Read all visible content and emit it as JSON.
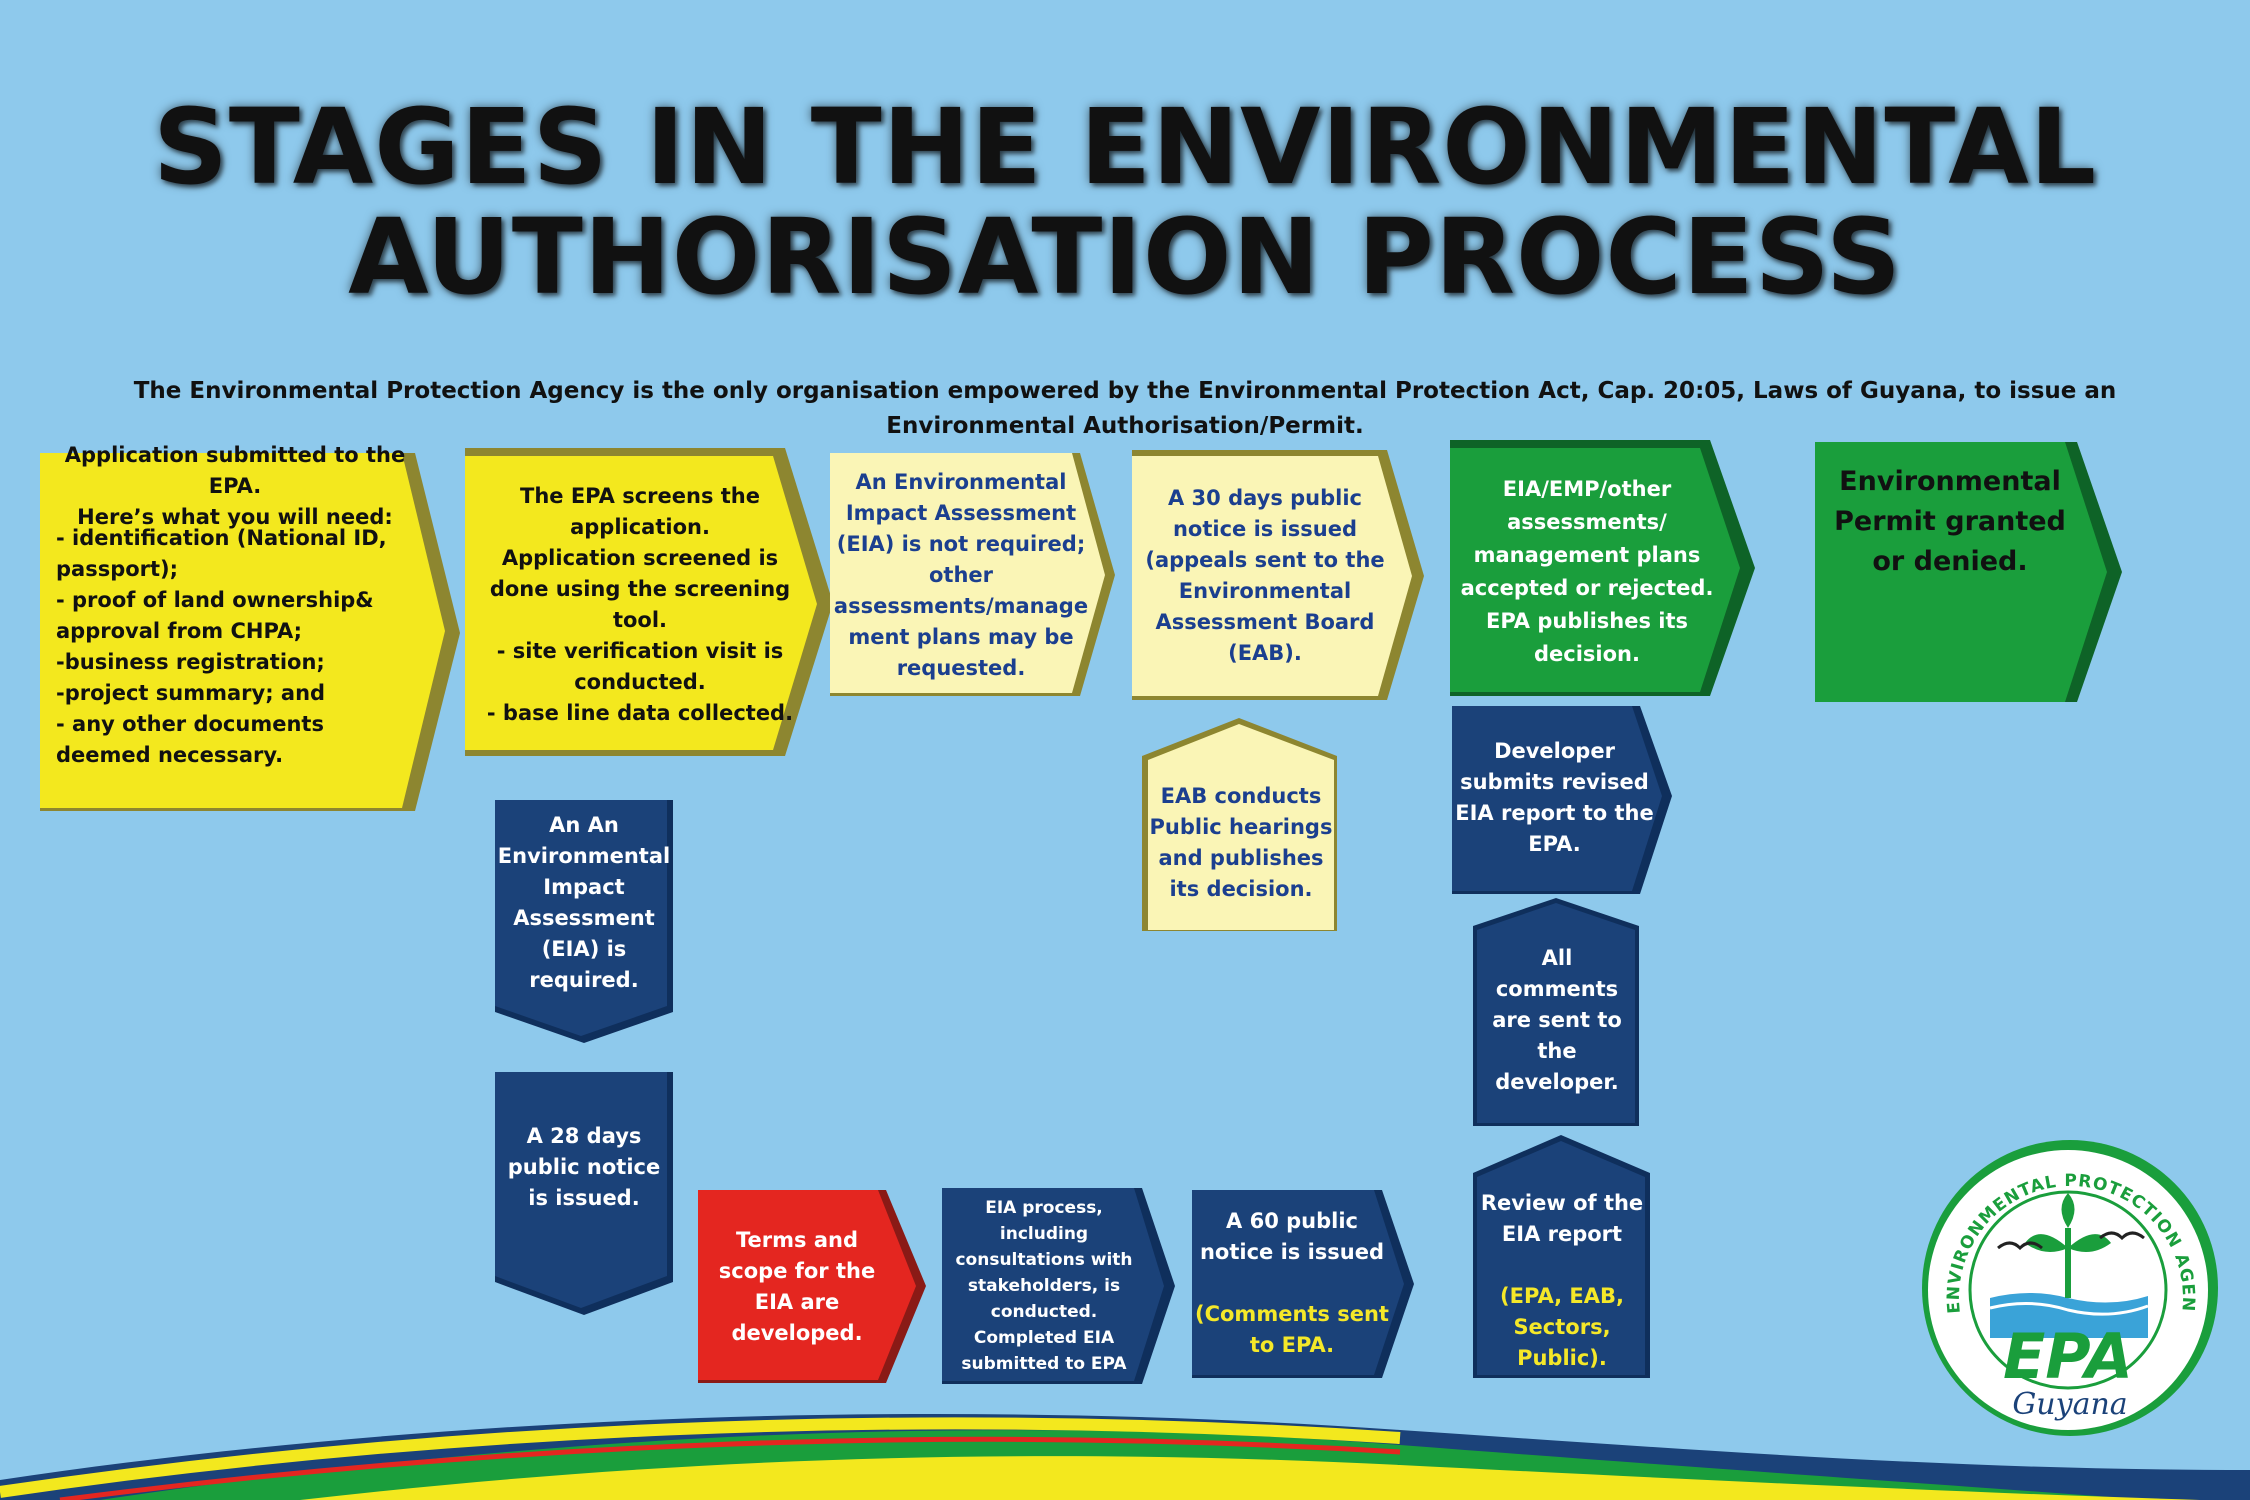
{
  "title": {
    "line1": "STAGES IN THE ENVIRONMENTAL",
    "line2": "AUTHORISATION PROCESS"
  },
  "subtitle": "The Environmental Protection Agency is the only organisation empowered by the Environmental Protection Act, Cap. 20:05, Laws of Guyana, to issue an Environmental Authorisation/Permit.",
  "steps": {
    "application": "Application submitted to the EPA.\nHere’s what you will need:",
    "application_list": "- identification (National ID, passport);\n- proof of land ownership& approval from CHPA;\n-business registration;\n -project summary; and\n- any other documents deemed necessary.",
    "screening": "The EPA screens the application.\nApplication screened is done using the screening tool.\n- site verification visit is conducted.\n- base line data collected.",
    "eia_not_required": "An Environmental Impact Assessment (EIA) is not required; other assessments/manage ment plans may be requested.",
    "notice_30": "A 30 days  public notice is issued (appeals  sent to the Environmental Assessment Board (EAB).",
    "accepted": "EIA/EMP/other assessments/ management plans accepted or rejected. EPA publishes its decision.",
    "permit": "Environmental Permit granted or denied.",
    "eia_required": "An An Environmental Impact Assessment (EIA)  is required.",
    "eab_hearings": "EAB conducts Public hearings and publishes its decision.",
    "developer_revised": "Developer submits revised EIA report to the EPA.",
    "comments_sent": "All comments are sent to the developer.",
    "notice_28": "A 28 days public notice is issued.",
    "terms_scope": "Terms and scope for the EIA are developed.",
    "eia_process": "EIA process, including consultations with stakeholders, is conducted. Completed EIA submitted to EPA",
    "notice_60": "A 60 public notice is issued",
    "notice_60_highlight": "(Comments sent to EPA.",
    "review": "Review of the EIA report",
    "review_highlight": "(EPA, EAB, Sectors, Public)."
  },
  "logo": {
    "ring_text": "ENVIRONMENTAL PROTECTION AGENCY, GUYANA",
    "acronym": "EPA",
    "country": "Guyana"
  },
  "colors": {
    "background": "#8ec9ec",
    "yellow": "#f3e81e",
    "pale_yellow": "#faf5b6",
    "olive": "#8d8630",
    "green": "#1a9e3c",
    "dark_green": "#0e6327",
    "navy": "#1b4279",
    "red": "#e42620",
    "highlight": "#f5e829"
  }
}
